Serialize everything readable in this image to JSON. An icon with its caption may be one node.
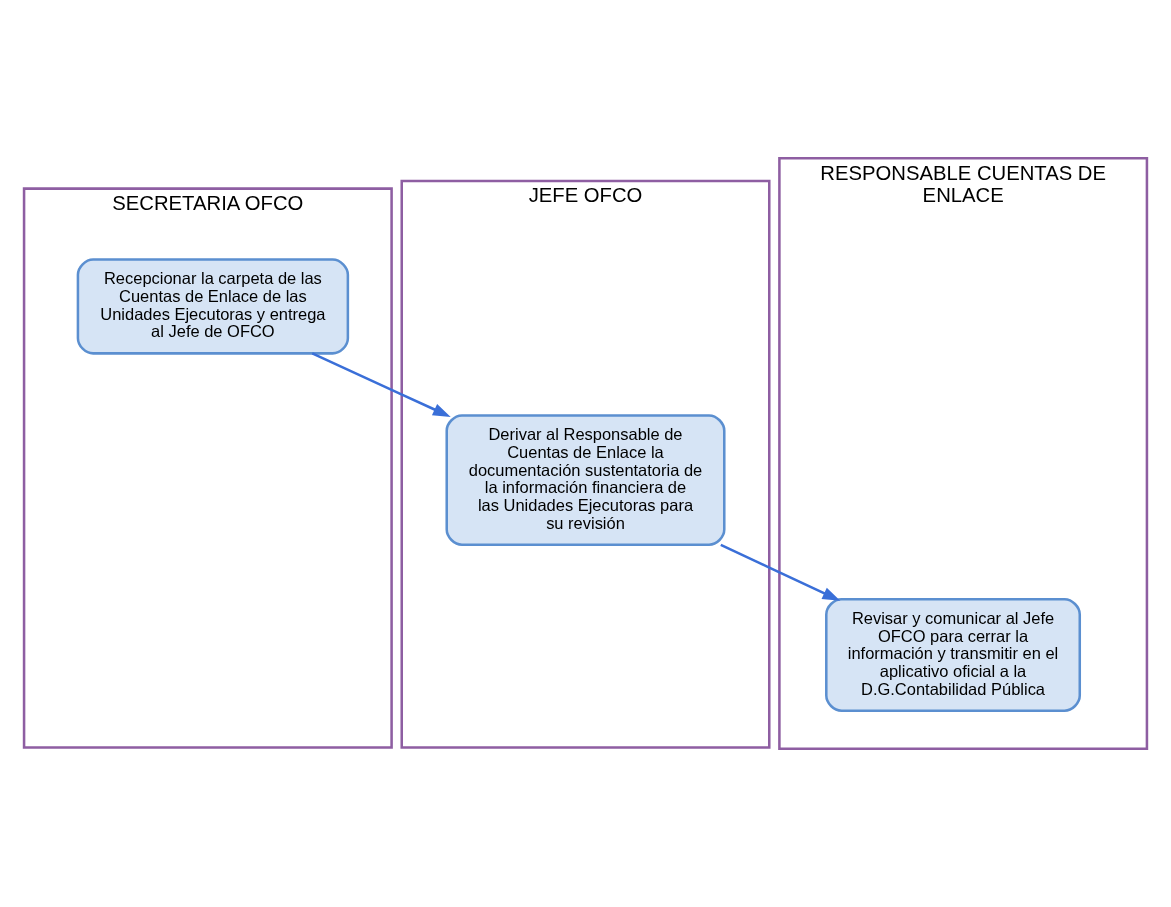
{
  "diagram": {
    "nodes": [
      {
        "text": [
          "SECRETARIA OFCO"
        ]
      },
      {
        "text": [
          "JEFE OFCO"
        ]
      },
      {
        "text": [
          "RESPONSABLE CUENTAS DE ENLACE"
        ]
      },
      {
        "text": [
          "Recepcionar la carpeta de las Cuentas de Enlace de las Unidades Ejecutoras y entrega al Jefe de OFCO"
        ],
        "in": 0
      },
      {
        "text": [
          "Derivar al Responsable de Cuentas de Enlace la documentación sustentatoria de la información financiera de las Unidades Ejecutoras para su revisión"
        ],
        "in": 1
      },
      {
        "text": [
          "Revisar y comunicar al Jefe OFCO para cerrar la información y transmitir en el aplicativo oficial a la D.G.Contabilidad Pública"
        ],
        "in": 2
      }
    ],
    "edges": [
      {
        "from": 3,
        "to": 4,
        "arrow": "to"
      },
      {
        "from": 4,
        "to": 5,
        "arrow": "to"
      }
    ]
  }
}
